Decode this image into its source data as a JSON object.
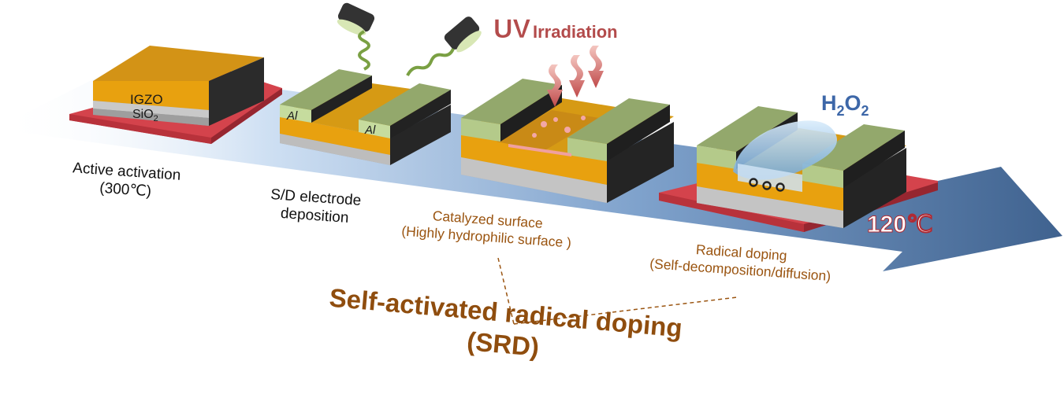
{
  "colors": {
    "igzo": "#e8a10f",
    "sio2": "#a9a9a9",
    "aluminum": "#9db376",
    "hotplate": "#e0555d",
    "arrow": "#4a6e9a",
    "process_text": "#9a5410",
    "h2o2": "#3d67a8"
  },
  "labels": {
    "igzo": "IGZO",
    "sio2": "SiO",
    "sio2_sub": "2",
    "al_left": "Al",
    "al_right": "Al",
    "uv_big": "UV",
    "uv_small": "Irradiation",
    "h2o2_h": "H",
    "h2o2_sub1": "2",
    "h2o2_o": "O",
    "h2o2_sub2": "2",
    "temp_hot": "120℃"
  },
  "steps": {
    "s1_line1": "Active activation",
    "s1_line2": "(300℃)",
    "s2_line1": "S/D electrode",
    "s2_line2": "deposition",
    "s3_line1": "Catalyzed surface",
    "s3_line2": "(Highly hydrophilic surface )",
    "s4_line1": "Radical doping",
    "s4_line2": "(Self-decomposition/diffusion)"
  },
  "title": {
    "line1": "Self-activated radical doping",
    "line2": "(SRD)"
  },
  "icons": [
    "deposition-source-icon",
    "uv-wave-icon",
    "radical-icon"
  ]
}
